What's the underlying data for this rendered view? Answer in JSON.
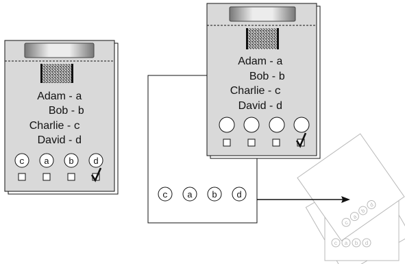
{
  "left_ballot": {
    "candidates": [
      {
        "name": "Adam",
        "letter": "a"
      },
      {
        "name": "Bob",
        "letter": "b"
      },
      {
        "name": "Charlie",
        "letter": "c"
      },
      {
        "name": "David",
        "letter": "d"
      }
    ],
    "separator": " - ",
    "bubbles": [
      "c",
      "a",
      "b",
      "d"
    ],
    "checked_index": 3
  },
  "right_ballot": {
    "candidates": [
      {
        "name": "Adam",
        "letter": "a"
      },
      {
        "name": "Bob",
        "letter": "b"
      },
      {
        "name": "Charlie",
        "letter": "c"
      },
      {
        "name": "David",
        "letter": "d"
      }
    ],
    "separator": " - ",
    "bubble_count": 4,
    "checked_index": 3
  },
  "strip": {
    "bubbles": [
      "c",
      "a",
      "b",
      "d"
    ]
  },
  "pile": {
    "front_bubbles": [
      "c",
      "a",
      "b",
      "d"
    ],
    "back_bubbles": [
      "c",
      "a",
      "b",
      "d"
    ]
  },
  "colors": {
    "ballot_fill": "#d9d9d9",
    "ink": "#111111",
    "faded": "#b8b8b8"
  }
}
